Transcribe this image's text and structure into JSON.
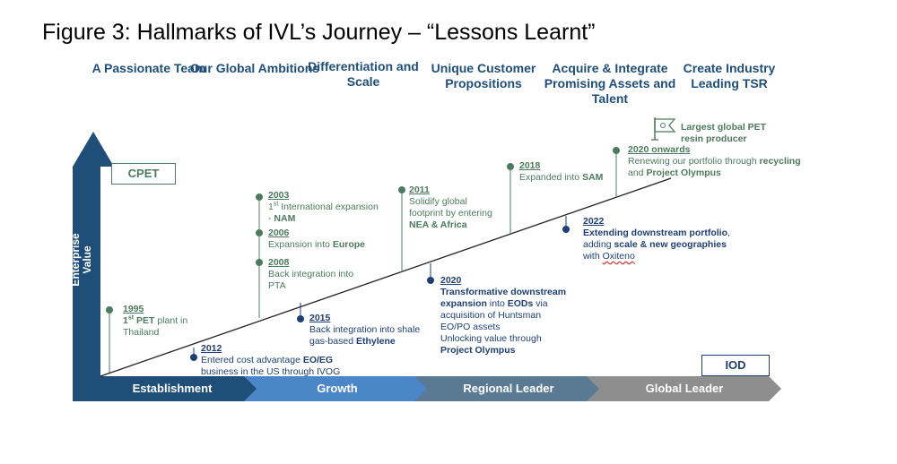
{
  "title": "Figure 3: Hallmarks of IVL’s Journey – “Lessons Learnt”",
  "themes": [
    "A Passionate Team",
    "Our Global Ambitions",
    "Differentiation and Scale",
    "Unique Customer Propositions",
    "Acquire & Integrate Promising Assets and Talent",
    "Create Industry Leading TSR"
  ],
  "axis_label": {
    "line1": "Enterprise",
    "line2": "Value"
  },
  "labels": {
    "cpet": "CPET",
    "iod": "IOD"
  },
  "phases": [
    "Establishment",
    "Growth",
    "Regional Leader",
    "Global Leader"
  ],
  "events": {
    "e1995": {
      "year": "1995",
      "t1": "1",
      "sup": "st",
      "t2": " ",
      "b1": "PET",
      "t3": " plant in",
      "line2": "Thailand"
    },
    "e2012": {
      "year": "2012",
      "t1": "Entered cost advantage ",
      "b1": "EO/EG",
      "line2": "business in the US through IVOG"
    },
    "e2003": {
      "year": "2003",
      "t1": "1",
      "sup": "st",
      "t2": " International expansion",
      "t3": "- ",
      "b1": "NAM"
    },
    "e2006": {
      "year": "2006",
      "t1": "Expansion into ",
      "b1": "Europe"
    },
    "e2008": {
      "year": "2008",
      "line1": "Back integration into",
      "line2": "PTA"
    },
    "e2015": {
      "year": "2015",
      "line1": "Back integration into shale",
      "t1": "gas-based ",
      "b1": "Ethylene"
    },
    "e2011": {
      "year": "2011",
      "line1": "Solidify global",
      "line2": "footprint by entering",
      "b1": "NEA & Africa"
    },
    "e2020a": {
      "year": "2020",
      "b1": "Transformative downstream",
      "b2": "expansion",
      "t1": " into ",
      "b3": "EODs",
      "t2": " via",
      "line3": "acquisition of Huntsman",
      "line4": "EO/PO assets",
      "line5": "Unlocking value through",
      "b4": "Project Olympus"
    },
    "e2018": {
      "year": "2018",
      "t1": "Expanded into ",
      "b1": "SAM"
    },
    "e2022": {
      "year": "2022",
      "b1": "Extending downstream portfolio",
      "t1": ",",
      "t2": "adding ",
      "b2": "scale & new geographies",
      "t3": "with ",
      "wavy": "Oxiteno"
    },
    "e2020b": {
      "year": "2020 onwards",
      "t1": "Renewing our portfolio through ",
      "b1": "recycling",
      "t2": "and ",
      "b2": "Project Olympus"
    }
  },
  "flag_note": {
    "line1": "Largest global PET",
    "line2": "resin producer"
  },
  "colors": {
    "arrow_navy": "#1f4e79",
    "growth_blue": "#4a86c8",
    "regional_slate": "#5a7a94",
    "global_gray": "#8e8e8e",
    "green": "#4d7a5f",
    "navy_text": "#1f3f73"
  }
}
